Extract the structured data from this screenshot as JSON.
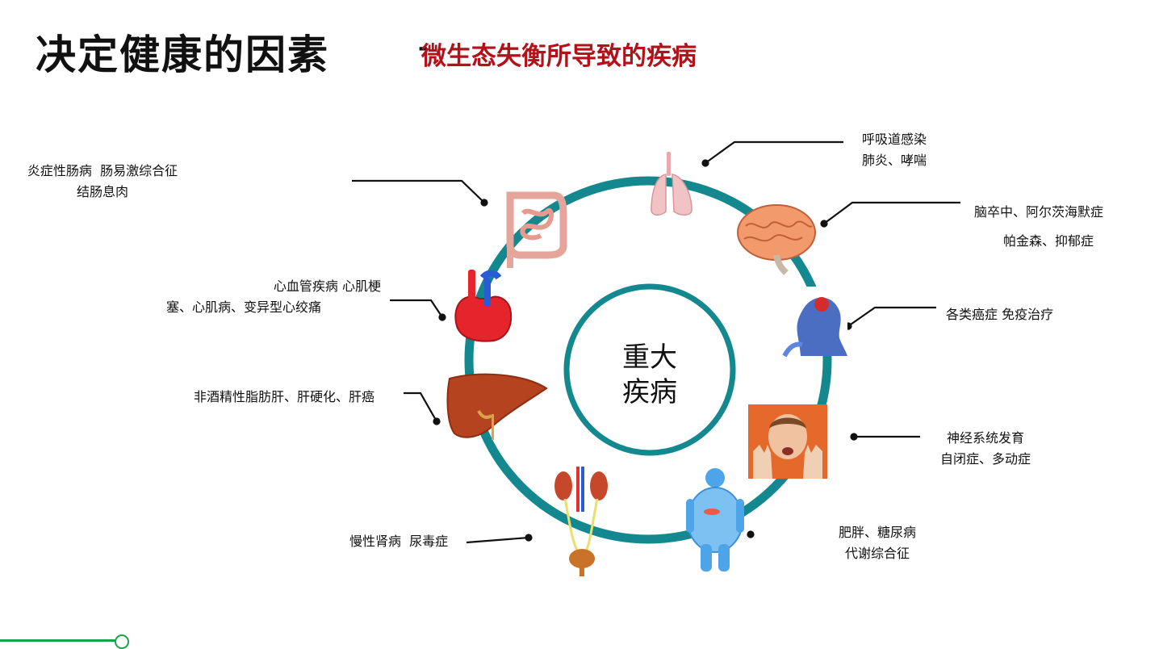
{
  "title": {
    "main": "决定健康的因素",
    "dash": "-",
    "sub": "微生态失衡所导致的疾病"
  },
  "center": {
    "line1": "重大",
    "line2": "疾病"
  },
  "labels": {
    "respiratory": [
      "呼吸道感染",
      "肺炎、哮喘"
    ],
    "brain": [
      "脑卒中、阿尔茨海默症",
      "帕金森、抑郁症"
    ],
    "cancer": [
      "各类癌症 免疫治疗"
    ],
    "neuro": [
      "神经系统发育",
      "自闭症、多动症"
    ],
    "obesity": [
      "肥胖、糖尿病",
      "代谢综合征"
    ],
    "kidney": [
      "慢性肾病  尿毒症"
    ],
    "liver": [
      "非酒精性脂肪肝、肝硬化、肝癌"
    ],
    "heart": [
      "心血管疾病 心肌梗",
      "塞、心肌病、变异型心绞痛"
    ],
    "intestine": [
      "炎症性肠病  肠易激综合征",
      "结肠息肉"
    ]
  },
  "colors": {
    "ring": "#14888f",
    "title_sub": "#b3121b",
    "accent_bar": "#1aa34a"
  }
}
